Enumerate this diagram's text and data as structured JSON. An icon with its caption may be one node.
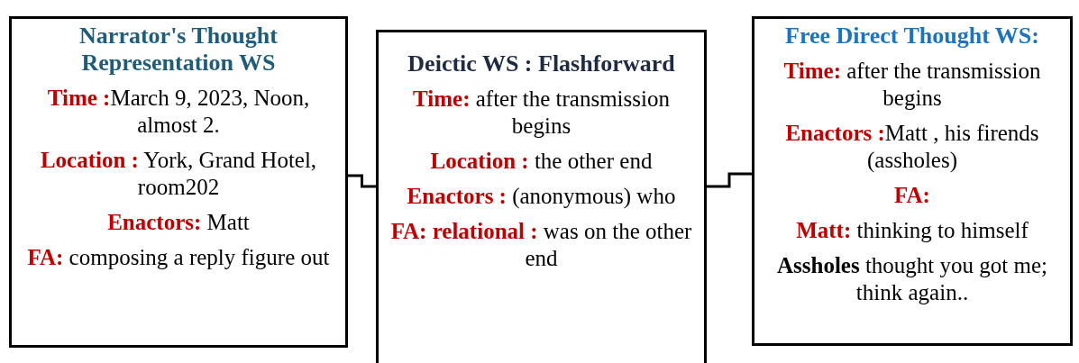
{
  "diagram": {
    "nodes": [
      {
        "text": [
          "Narrator's Thought Representation WS",
          "**Time :**March 9, 2023, Noon, almost 2.",
          "**Location :** York, Grand Hotel, room202",
          "**Enactors:** Matt",
          "**FA:** composing a reply figure out"
        ]
      },
      {
        "text": [
          "Deictic WS : Flashforward",
          "**Time:** after the transmission begins",
          "**Location :** the other end",
          "**Enactors :** (anonymous) who",
          "**FA: relational :** was  on the other end"
        ]
      },
      {
        "text": [
          "Free Direct Thought WS:",
          "**Time:** after the transmission begins",
          "**Enactors :**Matt , his firends (assholes)",
          "**FA:**",
          "**Matt:** thinking to himself",
          "**Assholes**  thought you got me; think again.."
        ]
      }
    ],
    "edges": [
      {
        "from": 0,
        "to": 1,
        "arrow": "none"
      },
      {
        "from": 1,
        "to": 2,
        "arrow": "none"
      }
    ]
  }
}
